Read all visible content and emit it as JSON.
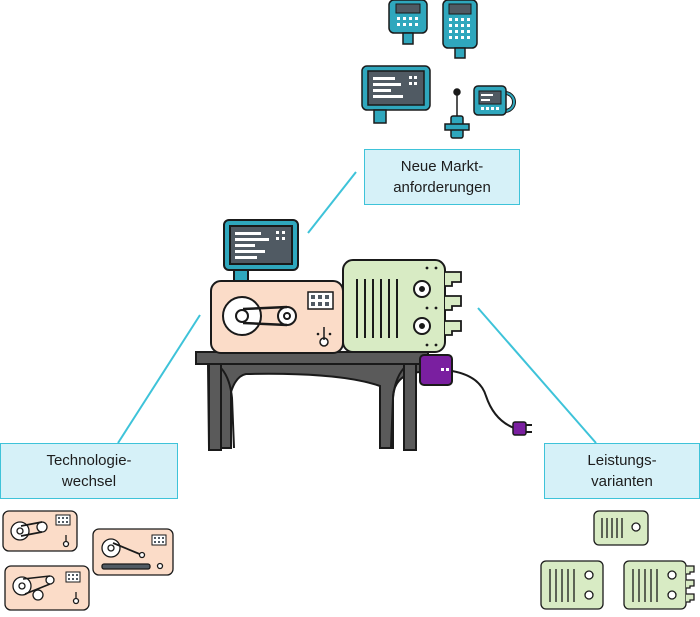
{
  "labels": {
    "market": "Neue Markt-\nanforderungen",
    "technology": "Technologie-\nwechsel",
    "performance": "Leistungs-\nvarianten"
  },
  "colors": {
    "connector": "#3ec3d9",
    "label_fill": "#d6f1f8",
    "display_teal": "#2fa7bd",
    "screen_dark": "#505a63",
    "drive_unit": "#fbdcc8",
    "power_unit": "#d8ebc4",
    "table": "#5a5a5a",
    "plug": "#7a1fa0",
    "outline": "#1a1a1a"
  },
  "icons": [
    "handheld-terminal-icon",
    "keypad-terminal-icon",
    "wall-display-icon",
    "antenna-sensor-icon",
    "mug-display-icon",
    "machine-icon",
    "power-plug-icon"
  ]
}
